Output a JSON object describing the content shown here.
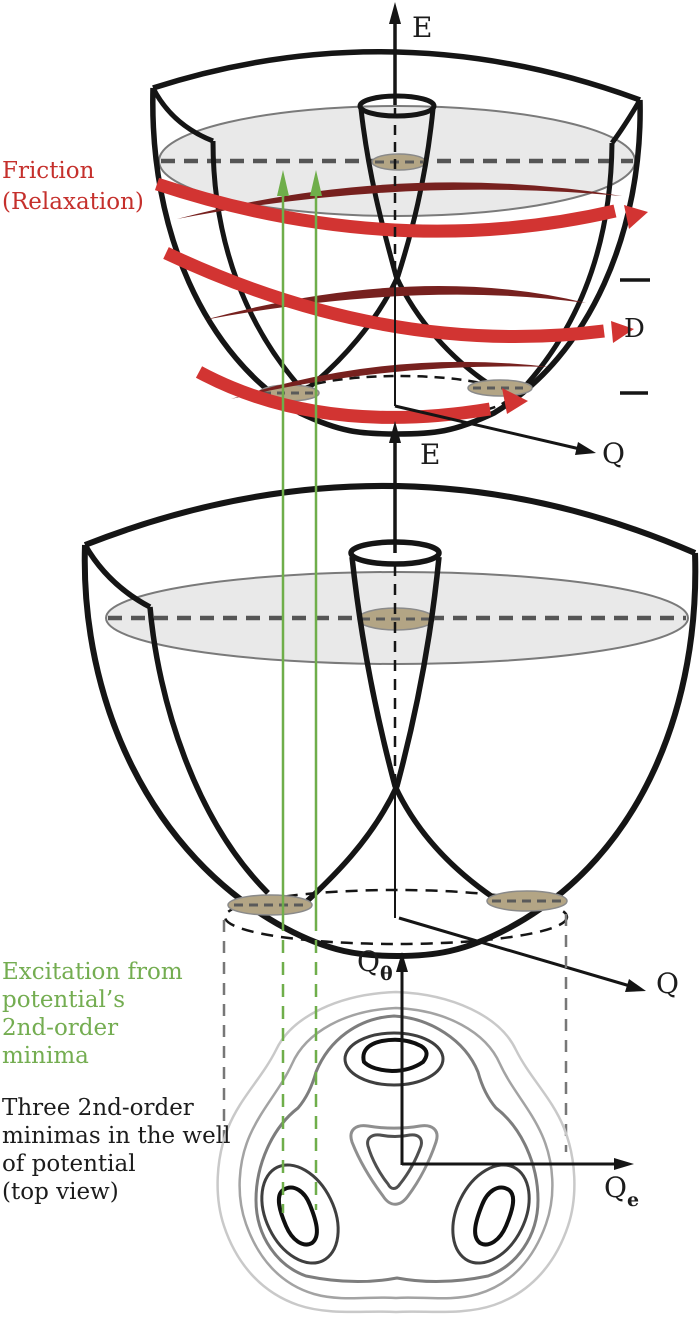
{
  "annotations": {
    "friction": {
      "lines": [
        "Friction",
        "(Relaxation)"
      ]
    },
    "excitation": {
      "lines": [
        "Excitation from",
        "potential’s",
        "2nd-order",
        "minima"
      ]
    },
    "top_view_note": {
      "lines": [
        "Three 2nd-order",
        "minimas in the well",
        "of potential",
        "(top view)"
      ]
    }
  },
  "axis_labels": {
    "upper_energy": "E",
    "upper_coordinate": "Q",
    "well_depth": "D",
    "lower_energy": "E",
    "lower_coordinate": "Q",
    "contour_vertical": "Q",
    "contour_vertical_sub": "θ",
    "contour_horizontal": "Q",
    "contour_horizontal_sub": "e"
  },
  "colors": {
    "friction_text": "#c5302c",
    "excitation_text": "#74ad51",
    "note_text": "#1c1c1c",
    "spiral_bright_red": "#d23432",
    "spiral_dark_red": "#77211f",
    "excitation_green": "#6fae4a",
    "disk_fill": "#e7e7e7",
    "disk_edge": "#7a7a7a",
    "minima_fill": "#b3a585",
    "outline_black": "#151515",
    "contour_light": "#c9c9c9",
    "contour_mid": "#a3a3a3",
    "contour_dark": "#7d7d7d"
  }
}
